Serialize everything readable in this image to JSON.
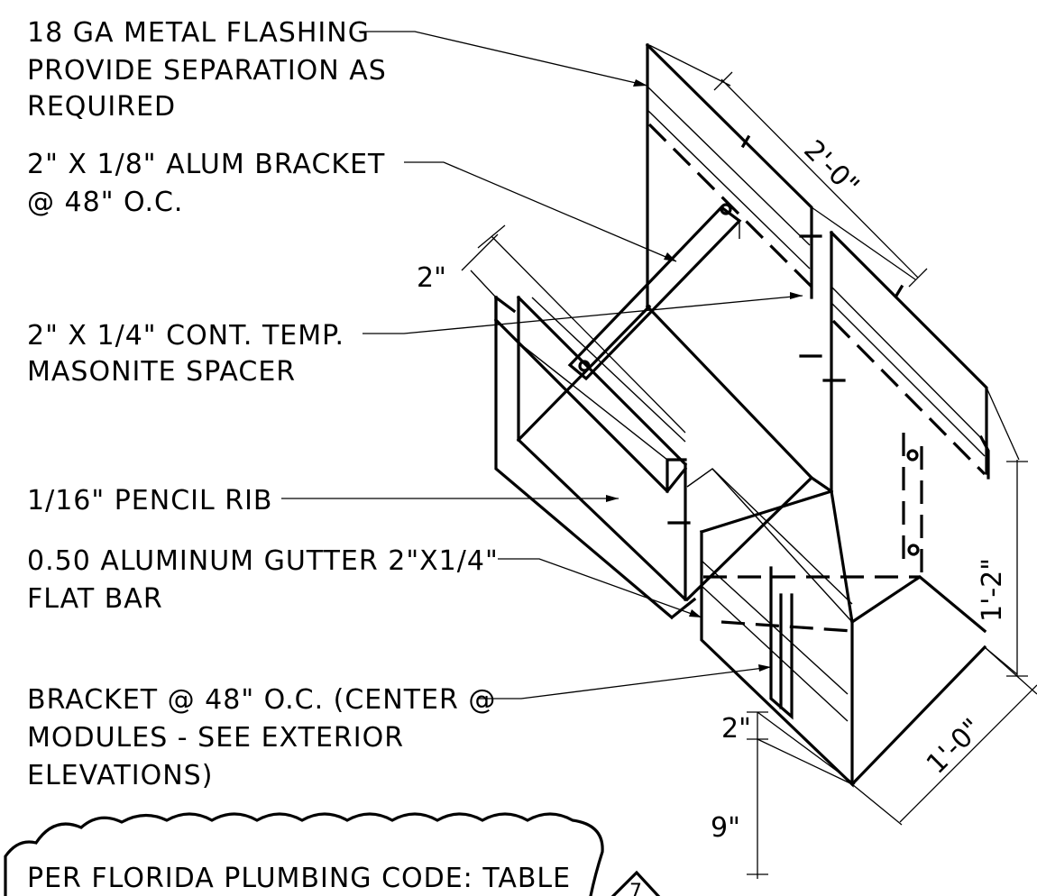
{
  "notes": {
    "flashing": [
      "18 GA METAL FLASHING",
      "PROVIDE SEPARATION AS",
      "REQUIRED"
    ],
    "alum_bracket": [
      "2\" X 1/8\" ALUM BRACKET",
      "@ 48\" O.C."
    ],
    "spacer": [
      "2\" X 1/4\" CONT. TEMP.",
      "MASONITE SPACER"
    ],
    "pencil_rib": [
      "1/16\" PENCIL RIB"
    ],
    "gutter": [
      "0.50 ALUMINUM GUTTER 2\"X1/4\"",
      "FLAT BAR"
    ],
    "bracket_oc": [
      "BRACKET @ 48\" O.C. (CENTER @",
      "MODULES - SEE EXTERIOR",
      "ELEVATIONS)"
    ]
  },
  "dimensions": {
    "top_width": "2'-0\"",
    "lip": "2\"",
    "height_right": "1'-2\"",
    "depth": "1'-0\"",
    "bottom_lip": "2\"",
    "bottom_height": "9\""
  },
  "revision_note": {
    "text": "PER FLORIDA PLUMBING CODE: TABLE",
    "revision_mark": "7"
  }
}
